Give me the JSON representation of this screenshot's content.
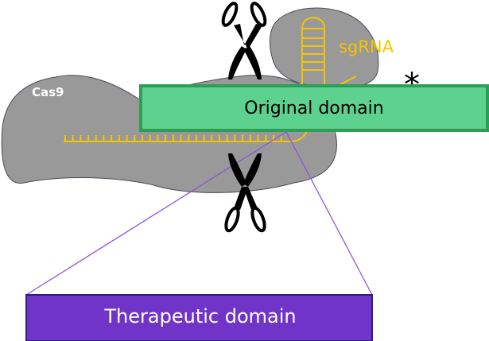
{
  "diagram": {
    "protein": {
      "label": "Cas9",
      "color": "#999999"
    },
    "guide": {
      "label": "sgRNA",
      "color": "#f5c400"
    },
    "original_domain": {
      "label": "Original domain",
      "fill": "#5dd18e",
      "border": "#2e9e57"
    },
    "therapeutic_domain": {
      "label": "Therapeutic domain",
      "fill": "#7035c8",
      "border": "#2a2080"
    },
    "marker": {
      "symbol": "*"
    },
    "connector_color": "#8a5ad6",
    "icons": [
      "scissors-icon-top",
      "scissors-icon-bottom"
    ]
  }
}
